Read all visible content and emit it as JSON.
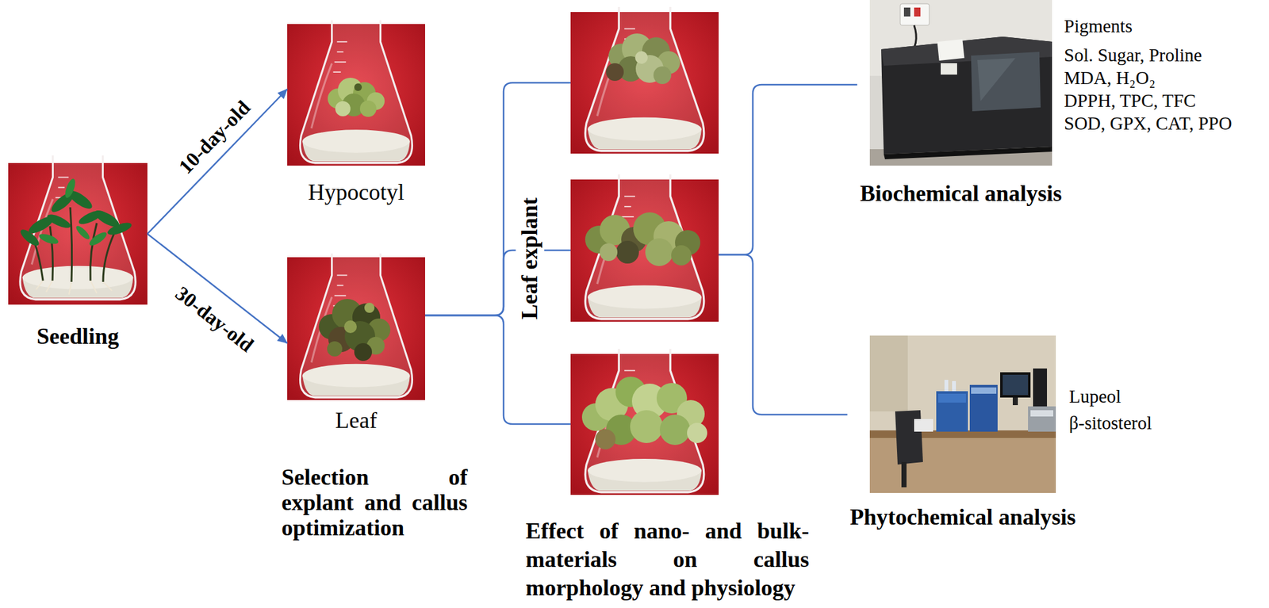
{
  "diagram": {
    "nodes": [
      {
        "text": [
          "Seedling"
        ]
      },
      {
        "text": [
          "Hypocotyl"
        ]
      },
      {
        "text": [
          "Leaf"
        ]
      },
      {
        "text": []
      },
      {
        "text": []
      },
      {
        "text": []
      },
      {
        "text": [
          "Biochemical analysis"
        ]
      },
      {
        "text": [
          "Phytochemical analysis"
        ]
      }
    ],
    "edges": [
      {
        "from": 0,
        "to": 1,
        "arrow": "to",
        "label": "10-day-old"
      },
      {
        "from": 0,
        "to": 2,
        "arrow": "to",
        "label": "30-day-old"
      },
      {
        "from": 2,
        "to": 3,
        "arrow": "none"
      },
      {
        "from": 2,
        "to": 4,
        "arrow": "none",
        "label": "Leaf explant"
      },
      {
        "from": 2,
        "to": 5,
        "arrow": "none"
      },
      {
        "from": 4,
        "to": 6,
        "arrow": "none"
      },
      {
        "from": 4,
        "to": 7,
        "arrow": "none"
      }
    ],
    "labels": [
      "Selection of explant and callus optimization",
      "Effect of nano- and bulk-materials on callus morphology and physiology",
      "Pigments",
      "Sol. Sugar, Proline",
      "MDA, H₂O₂",
      "DPPH, TPC, TFC",
      "SOD, GPX, CAT, PPO",
      "Lupeol",
      "β-sitosterol"
    ]
  }
}
